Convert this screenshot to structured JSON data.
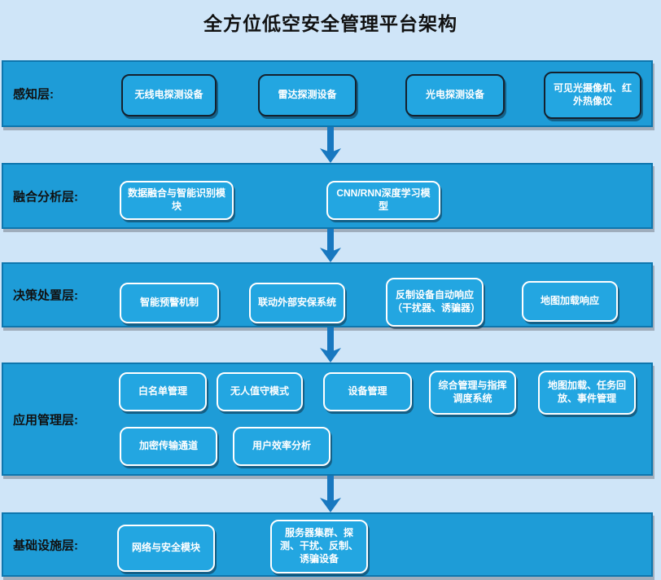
{
  "title": "全方位低空安全管理平台架构",
  "colors": {
    "page_bg": "#cfe5f8",
    "band_fill": "#1e9cd7",
    "band_border": "#0e76ae",
    "box_fill": "#23a6e1",
    "box_border_dark": "#14212e",
    "box_border_light": "#ffffff",
    "arrow": "#1878c0",
    "label_text": "#111111",
    "box_text": "#ffffff"
  },
  "layers": [
    {
      "label": "感知层:",
      "boxes": [
        {
          "text": "无线电探测设备"
        },
        {
          "text": "雷达探测设备"
        },
        {
          "text": "光电探测设备"
        },
        {
          "text": "可见光摄像机、红外热像仪"
        }
      ]
    },
    {
      "label": "融合分析层:",
      "boxes": [
        {
          "text": "数据融合与智能识别模块"
        },
        {
          "text": "CNN/RNN深度学习模型"
        }
      ]
    },
    {
      "label": "决策处置层:",
      "boxes": [
        {
          "text": "智能预警机制"
        },
        {
          "text": "联动外部安保系统"
        },
        {
          "text": "反制设备自动响应（干扰器、诱骗器）"
        },
        {
          "text": "地图加载响应"
        }
      ]
    },
    {
      "label": "应用管理层:",
      "boxes": [
        {
          "text": "白名单管理"
        },
        {
          "text": "无人值守模式"
        },
        {
          "text": "设备管理"
        },
        {
          "text": "综合管理与指挥调度系统"
        },
        {
          "text": "地图加载、任务回放、事件管理"
        },
        {
          "text": "加密传输通道"
        },
        {
          "text": "用户效率分析"
        }
      ]
    },
    {
      "label": "基础设施层:",
      "boxes": [
        {
          "text": "网络与安全模块"
        },
        {
          "text": "服务器集群、探测、干扰、反制、诱骗设备"
        }
      ]
    }
  ]
}
